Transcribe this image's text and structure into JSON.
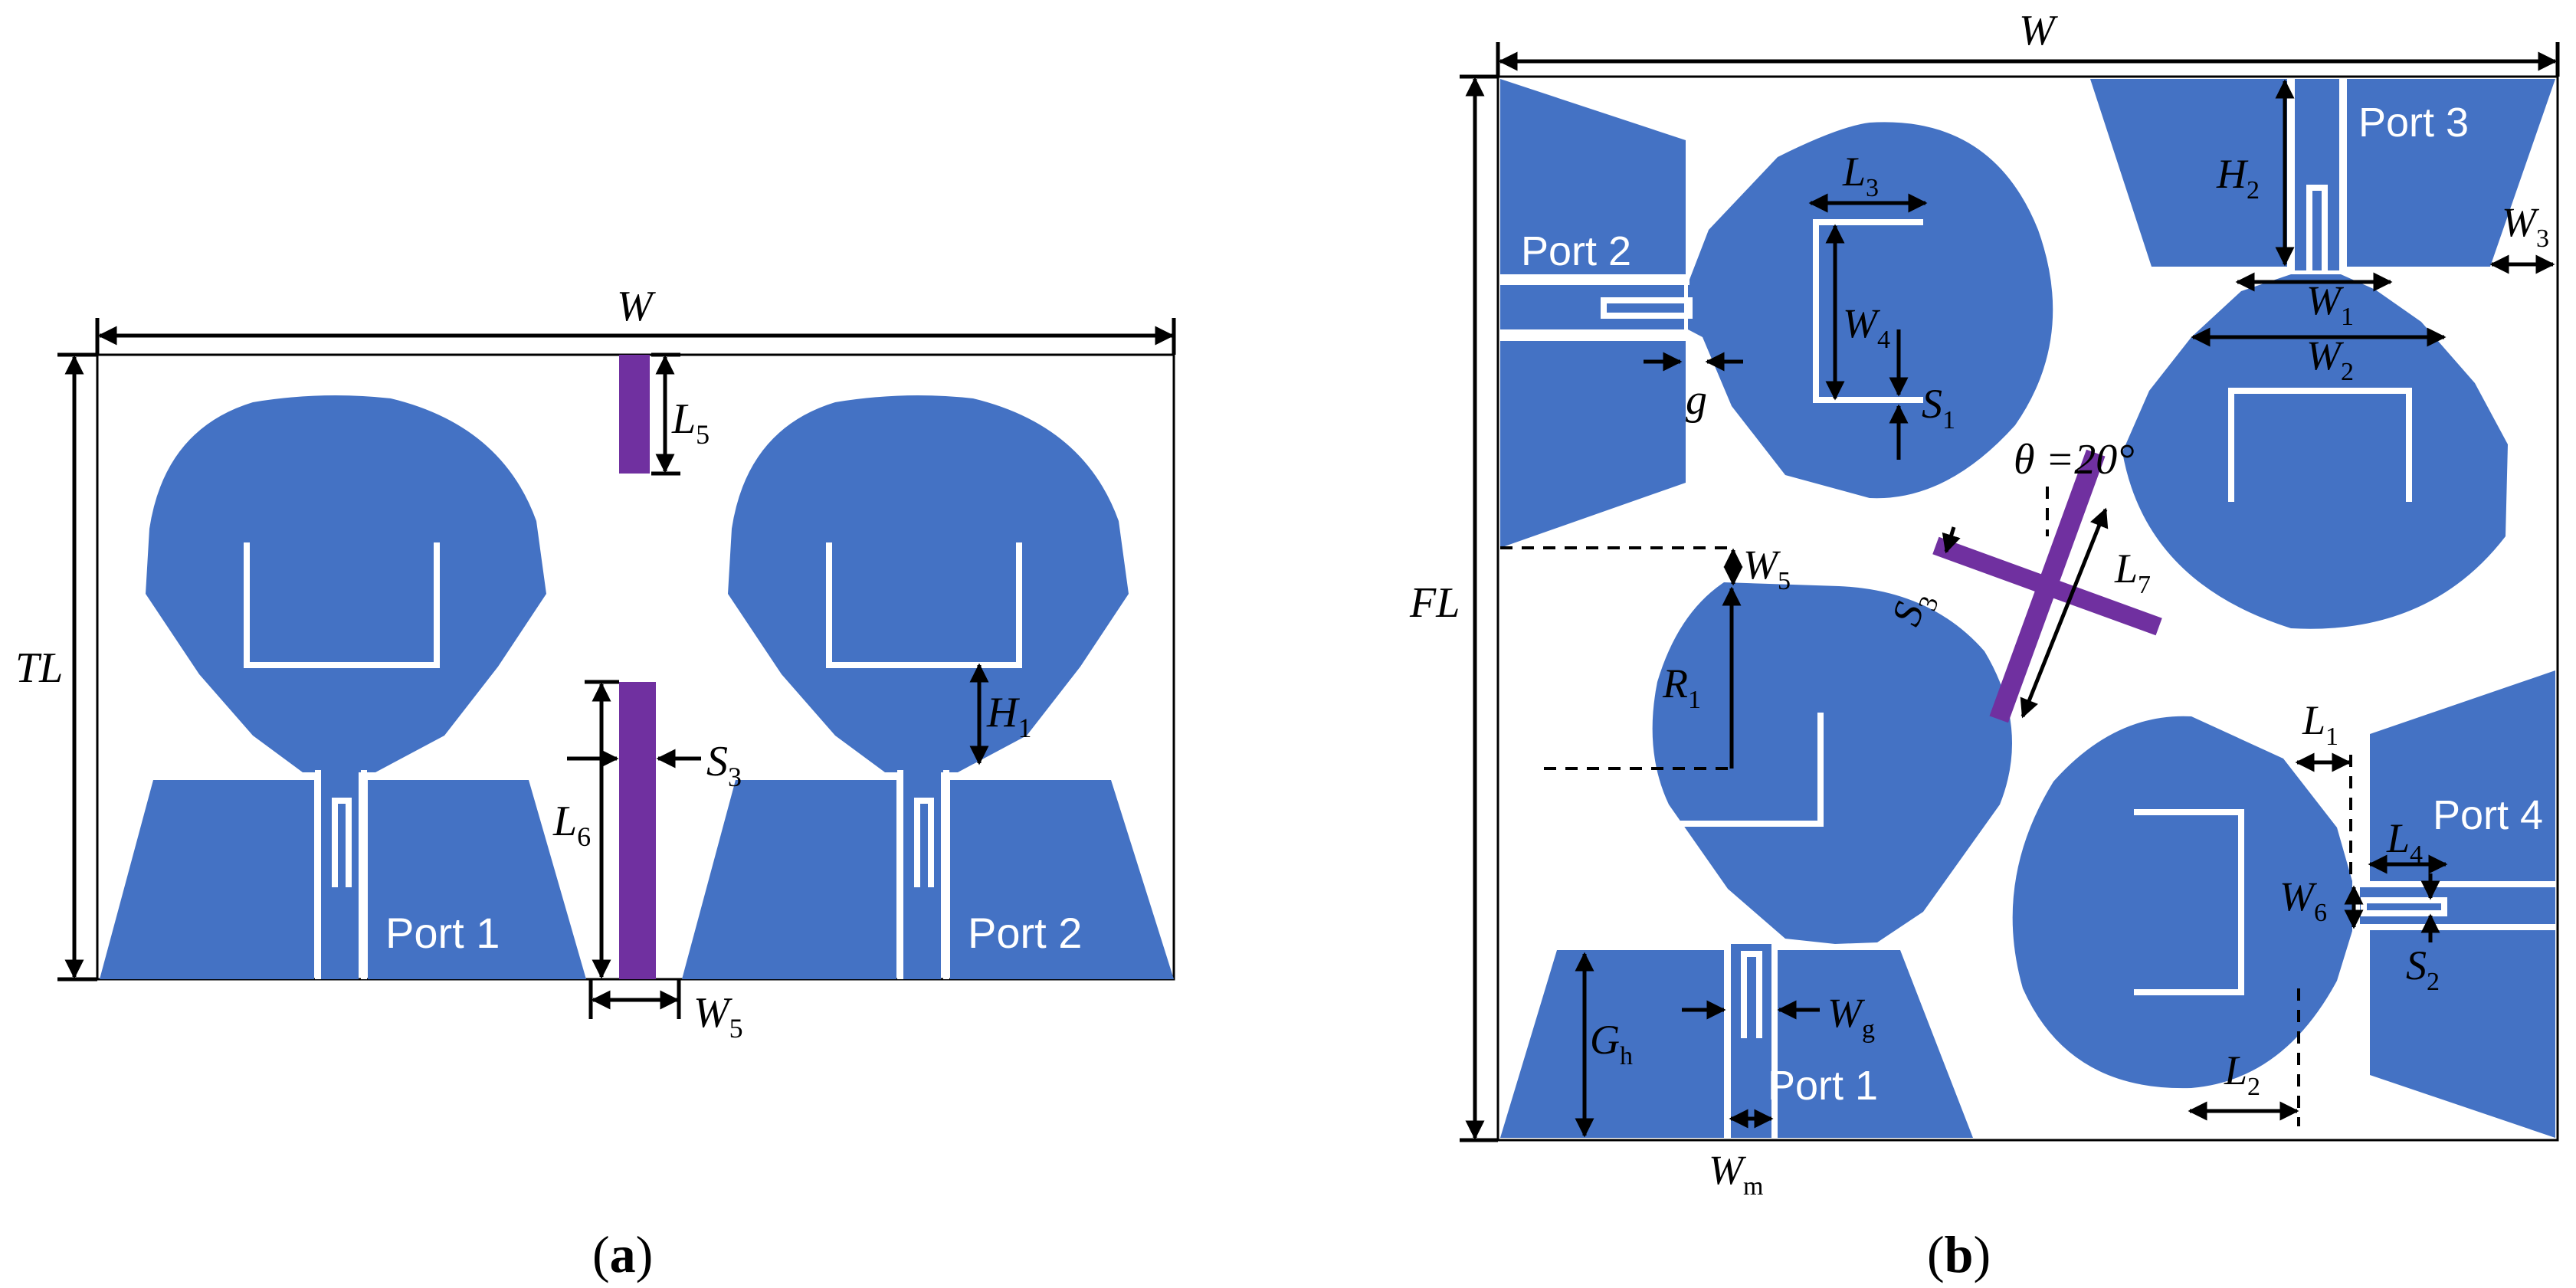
{
  "colors": {
    "patch": "#4472C4",
    "parasitic": "#7030A0",
    "dimension": "#000000"
  },
  "panel_a": {
    "caption_letter": "a",
    "labels": {
      "W": "W",
      "TL": "TL",
      "L5": "L",
      "L5_sub": "5",
      "L6": "L",
      "L6_sub": "6",
      "S3": "S",
      "S3_sub": "3",
      "H1": "H",
      "H1_sub": "1",
      "W5": "W",
      "W5_sub": "5"
    },
    "ports": {
      "p1": "Port 1",
      "p2": "Port 2"
    }
  },
  "panel_b": {
    "caption_letter": "b",
    "labels": {
      "W": "W",
      "FL": "FL",
      "L3": "L",
      "L3_sub": "3",
      "W4": "W",
      "W4_sub": "4",
      "S1": "S",
      "S1_sub": "1",
      "g": "g",
      "H2": "H",
      "H2_sub": "2",
      "W3": "W",
      "W3_sub": "3",
      "W1": "W",
      "W1_sub": "1",
      "W2": "W",
      "W2_sub": "2",
      "theta": "θ =20°",
      "L7": "L",
      "L7_sub": "7",
      "S3": "S",
      "S3_sub": "3",
      "W5": "W",
      "W5_sub": "5",
      "R1": "R",
      "R1_sub": "1",
      "L1": "L",
      "L1_sub": "1",
      "L4": "L",
      "L4_sub": "4",
      "W6": "W",
      "W6_sub": "6",
      "S2": "S",
      "S2_sub": "2",
      "L2": "L",
      "L2_sub": "2",
      "Gh": "G",
      "Gh_sub": "h",
      "Wg": "W",
      "Wg_sub": "g",
      "Wm": "W",
      "Wm_sub": "m"
    },
    "ports": {
      "p1": "Port 1",
      "p2": "Port 2",
      "p3": "Port 3",
      "p4": "Port 4"
    }
  },
  "caption_paren_open": "(",
  "caption_paren_close": ")"
}
